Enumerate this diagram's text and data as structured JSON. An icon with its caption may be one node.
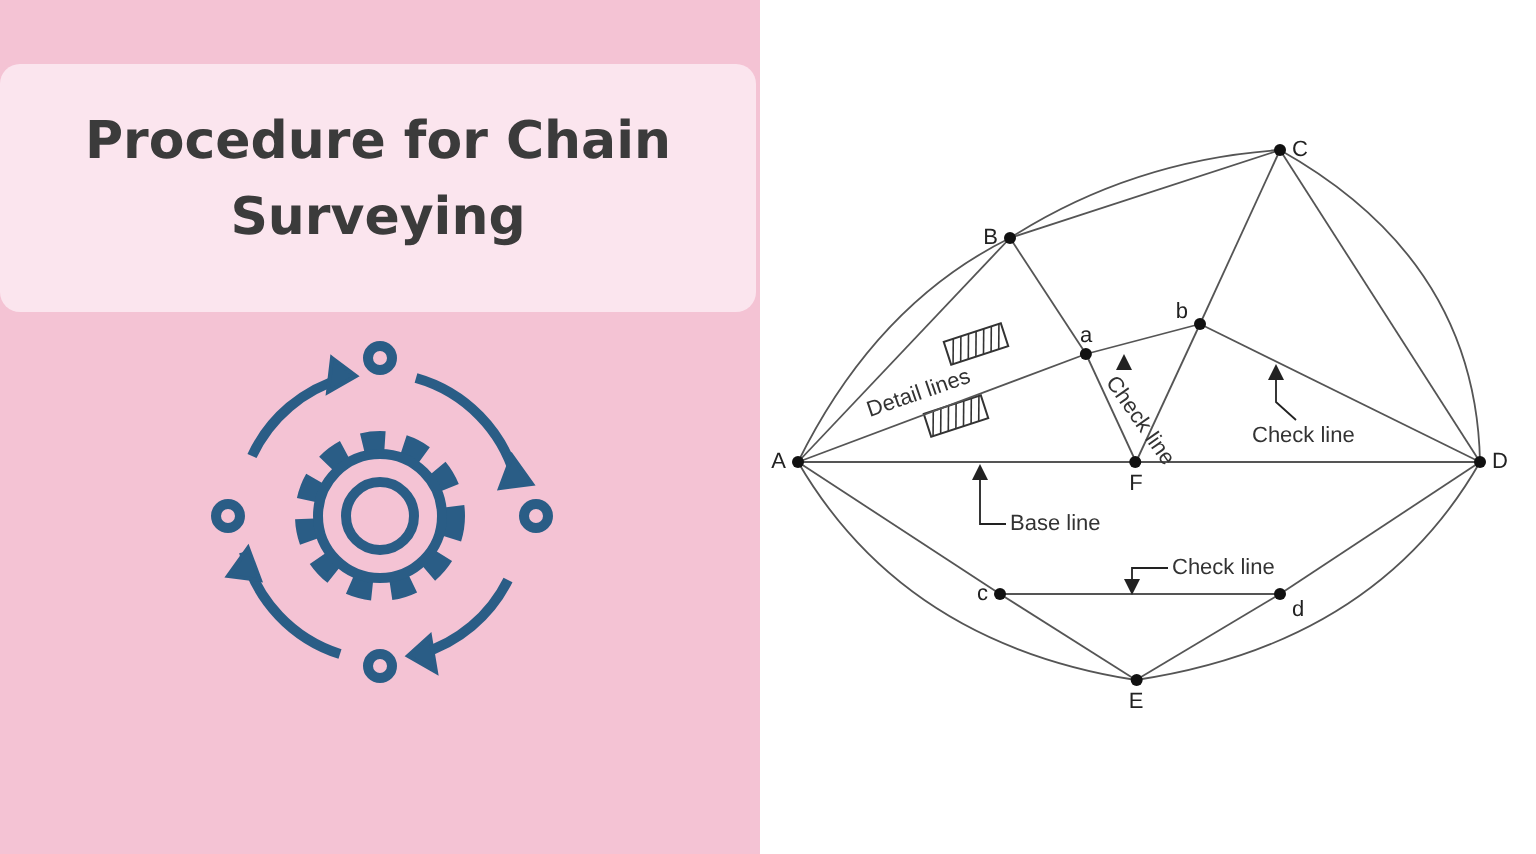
{
  "diagram": {
    "title": "Procedure for Chain Surveying",
    "nodes": [
      {
        "text": [
          "A"
        ]
      },
      {
        "text": [
          "B"
        ]
      },
      {
        "text": [
          "C"
        ]
      },
      {
        "text": [
          "D"
        ]
      },
      {
        "text": [
          "E"
        ]
      },
      {
        "text": [
          "F"
        ]
      },
      {
        "text": [
          "a"
        ]
      },
      {
        "text": [
          "b"
        ]
      },
      {
        "text": [
          "c"
        ]
      },
      {
        "text": [
          "d"
        ]
      },
      {
        "text": [
          "Base line"
        ]
      },
      {
        "text": [
          "Check line"
        ]
      },
      {
        "text": [
          "Check line"
        ]
      }
    ],
    "edges": [
      {
        "from": 0,
        "to": 1,
        "arrow": "none"
      },
      {
        "from": 1,
        "to": 2,
        "arrow": "none"
      },
      {
        "from": 2,
        "to": 3,
        "arrow": "none"
      },
      {
        "from": 0,
        "to": 5,
        "arrow": "none"
      },
      {
        "from": 5,
        "to": 3,
        "arrow": "none"
      },
      {
        "from": 1,
        "to": 6,
        "arrow": "none"
      },
      {
        "from": 6,
        "to": 5,
        "arrow": "none"
      },
      {
        "from": 5,
        "to": 7,
        "arrow": "none"
      },
      {
        "from": 7,
        "to": 2,
        "arrow": "none"
      },
      {
        "from": 0,
        "to": 6,
        "arrow": "none"
      },
      {
        "from": 6,
        "to": 7,
        "arrow": "none"
      },
      {
        "from": 7,
        "to": 3,
        "arrow": "none"
      },
      {
        "from": 0,
        "to": 8,
        "arrow": "none"
      },
      {
        "from": 8,
        "to": 4,
        "arrow": "none"
      },
      {
        "from": 4,
        "to": 9,
        "arrow": "none"
      },
      {
        "from": 9,
        "to": 3,
        "arrow": "none"
      },
      {
        "from": 8,
        "to": 9,
        "arrow": "none"
      },
      {
        "from": 0,
        "to": 1,
        "arrow": "none"
      },
      {
        "from": 1,
        "to": 2,
        "arrow": "none"
      },
      {
        "from": 2,
        "to": 3,
        "arrow": "none"
      },
      {
        "from": 0,
        "to": 4,
        "arrow": "none"
      },
      {
        "from": 4,
        "to": 3,
        "arrow": "none"
      },
      {
        "from": 10,
        "to": null,
        "arrow": "to"
      },
      {
        "from": 11,
        "to": null,
        "arrow": "to"
      },
      {
        "from": 12,
        "to": null,
        "arrow": "to"
      }
    ],
    "labels": [
      "Detail lines",
      "Check line"
    ]
  }
}
